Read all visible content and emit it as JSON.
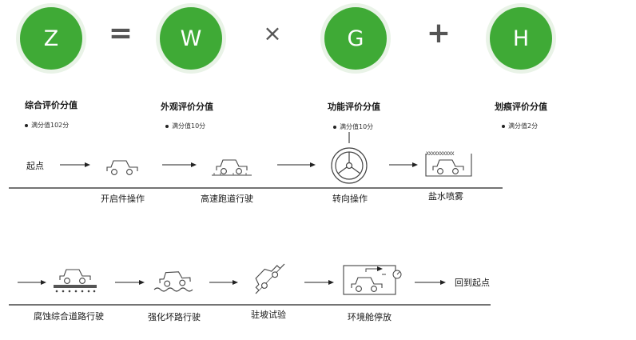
{
  "formula": {
    "circles": [
      {
        "letter": "Z",
        "color": "#3faa36"
      },
      {
        "letter": "W",
        "color": "#3faa36"
      },
      {
        "letter": "G",
        "color": "#3faa36"
      },
      {
        "letter": "H",
        "color": "#3faa36"
      }
    ],
    "operators": [
      "=",
      "×",
      "+"
    ]
  },
  "scores": [
    {
      "title": "综合评价分值",
      "subtitle": "满分值102分"
    },
    {
      "title": "外观评价分值",
      "subtitle": "满分值10分"
    },
    {
      "title": "功能评价分值",
      "subtitle": "满分值10分"
    },
    {
      "title": "划痕评价分值",
      "subtitle": "满分值2分"
    }
  ],
  "process": {
    "row1": {
      "start_label": "起点",
      "steps": [
        {
          "label": "开启件操作",
          "icon": "car-icon"
        },
        {
          "label": "高速跑道行驶",
          "icon": "car-on-road-icon"
        },
        {
          "label": "转向操作",
          "icon": "steering-wheel-icon"
        },
        {
          "label": "盐水喷雾",
          "icon": "salt-spray-chamber-icon"
        }
      ]
    },
    "row2": {
      "end_label": "回到起点",
      "steps": [
        {
          "label": "腐蚀综合道路行驶",
          "icon": "car-on-corrosion-road-icon"
        },
        {
          "label": "强化坏路行驶",
          "icon": "car-on-rough-road-icon"
        },
        {
          "label": "驻坡试验",
          "icon": "car-on-slope-icon"
        },
        {
          "label": "环境舱停放",
          "icon": "environment-chamber-icon"
        }
      ]
    }
  },
  "colors": {
    "accent": "#3faa36",
    "line": "#222222"
  }
}
